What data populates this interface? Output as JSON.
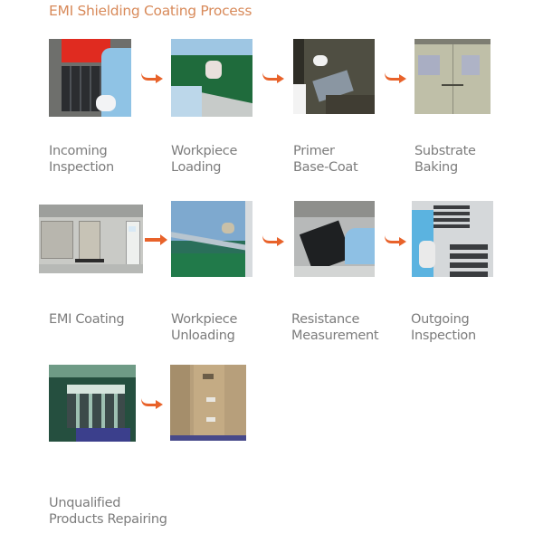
{
  "title": "EMI Shielding Coating Process",
  "accent_color": "#e8622a",
  "title_color": "#d88a5a",
  "label_color": "#7c7c7c",
  "steps": [
    {
      "id": 1,
      "label_line1": "Incoming",
      "label_line2": "Inspection",
      "photo": "workers-inspecting-tray-photo"
    },
    {
      "id": 2,
      "label_line1": "Workpiece",
      "label_line2": "Loading",
      "photo": "conveyor-loading-photo"
    },
    {
      "id": 3,
      "label_line1": "Primer",
      "label_line2": "Base-Coat",
      "photo": "primer-spray-booth-photo"
    },
    {
      "id": 4,
      "label_line1": "Substrate",
      "label_line2": "Baking",
      "photo": "baking-oven-photo"
    },
    {
      "id": 5,
      "label_line1": "EMI Coating",
      "label_line2": "",
      "photo": "vacuum-coating-machine-photo"
    },
    {
      "id": 6,
      "label_line1": "Workpiece",
      "label_line2": "Unloading",
      "photo": "conveyor-unloading-photo"
    },
    {
      "id": 7,
      "label_line1": "Resistance",
      "label_line2": "Measurement",
      "photo": "resistance-measurement-photo"
    },
    {
      "id": 8,
      "label_line1": "Outgoing",
      "label_line2": "Inspection",
      "photo": "outgoing-inspection-photo"
    },
    {
      "id": 9,
      "label_line1": "Unqualified",
      "label_line2": "Products Repairing",
      "photo": "repair-tray-photo"
    },
    {
      "id": 10,
      "label_line1": "",
      "label_line2": "",
      "photo": "packaged-boxes-photo"
    }
  ],
  "arrow_icon": "curved-right-arrow-icon"
}
